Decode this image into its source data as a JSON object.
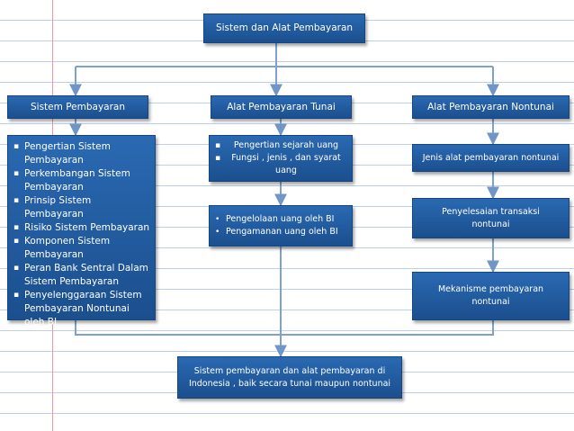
{
  "root": {
    "label": "Sistem dan Alat Pembayaran"
  },
  "columns": {
    "left": {
      "header": "Sistem Pembayaran",
      "bullet": "▪",
      "items": [
        "Pengertian Sistem Pembayaran",
        "Perkembangan Sistem Pembayaran",
        "Prinsip Sistem Pembayaran",
        "Risiko Sistem Pembayaran",
        "Komponen Sistem Pembayaran",
        "Peran Bank Sentral Dalam Sistem Pembayaran",
        "Penyelenggaraan Sistem Pembayaran Nontunai oleh BI"
      ]
    },
    "middle": {
      "header": "Alat Pembayaran Tunai",
      "box1": {
        "bullet": "▪",
        "items": [
          "Pengertian sejarah uang",
          "Fungsi , jenis , dan syarat uang"
        ]
      },
      "box2": {
        "bullet": "•",
        "items": [
          "Pengelolaan uang oleh BI",
          "Pengamanan uang oleh BI"
        ]
      }
    },
    "right": {
      "header": "Alat Pembayaran Nontunai",
      "box1": "Jenis alat pembayaran nontunai",
      "box2": "Penyelesaian transaksi nontunai",
      "box3": "Mekanisme pembayaran nontunai"
    }
  },
  "bottom": {
    "label": "Sistem pembayaran dan alat pembayaran di Indonesia , baik secara tunai maupun nontunai"
  },
  "colors": {
    "box": "#1f5aa0",
    "border": "#16467f",
    "line": "#7fa2cc",
    "margin": "#ec9a9a"
  }
}
